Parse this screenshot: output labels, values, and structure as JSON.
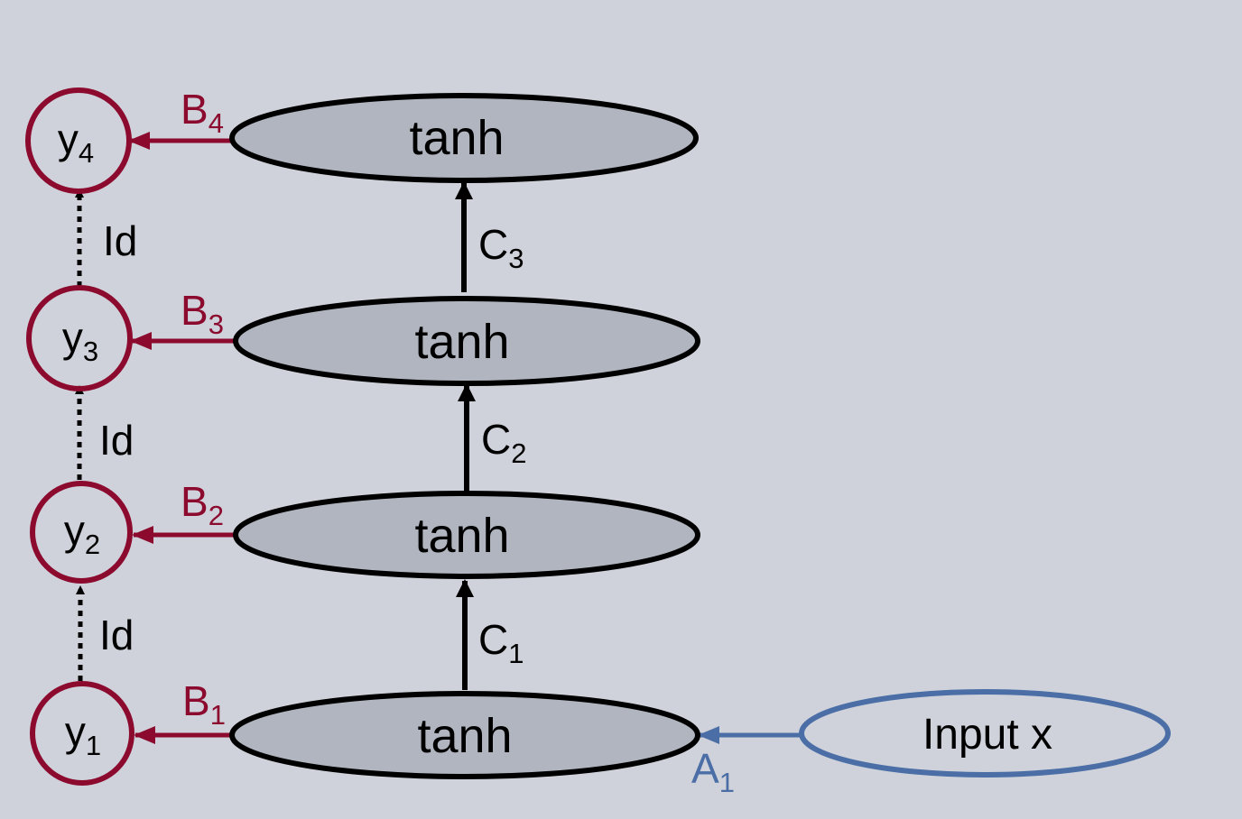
{
  "colors": {
    "background": "#cfd2da",
    "layer_fill": "#b1b5c0",
    "layer_stroke": "#000000",
    "output_stroke": "#8b0a2e",
    "input_stroke": "#4a6ea5",
    "edge_black": "#000000"
  },
  "layers": [
    {
      "label": "tanh"
    },
    {
      "label": "tanh"
    },
    {
      "label": "tanh"
    },
    {
      "label": "tanh"
    }
  ],
  "outputs": [
    {
      "base": "y",
      "sub": "1"
    },
    {
      "base": "y",
      "sub": "2"
    },
    {
      "base": "y",
      "sub": "3"
    },
    {
      "base": "y",
      "sub": "4"
    }
  ],
  "input": {
    "label": "Input x"
  },
  "edges": {
    "A": {
      "base": "A",
      "sub": "1"
    },
    "B": [
      {
        "base": "B",
        "sub": "1"
      },
      {
        "base": "B",
        "sub": "2"
      },
      {
        "base": "B",
        "sub": "3"
      },
      {
        "base": "B",
        "sub": "4"
      }
    ],
    "C": [
      {
        "base": "C",
        "sub": "1"
      },
      {
        "base": "C",
        "sub": "2"
      },
      {
        "base": "C",
        "sub": "3"
      }
    ],
    "Id": [
      {
        "label": "Id"
      },
      {
        "label": "Id"
      },
      {
        "label": "Id"
      }
    ]
  }
}
